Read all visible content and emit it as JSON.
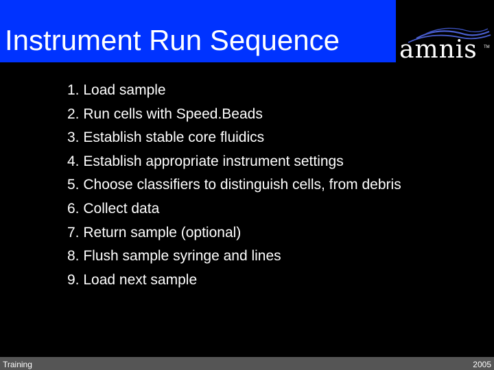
{
  "title": "Instrument Run Sequence",
  "logo": {
    "word": "amnis",
    "trademark": "TM"
  },
  "steps": [
    "1. Load sample",
    "2. Run cells with Speed.Beads",
    "3. Establish stable core fluidics",
    "4. Establish appropriate instrument settings",
    "5. Choose classifiers to distinguish cells, from debris",
    "6. Collect data",
    "7. Return sample (optional)",
    "8. Flush sample syringe and lines",
    "9. Load next sample"
  ],
  "footer": {
    "left": "Training",
    "right": "2005"
  },
  "colors": {
    "title_band": "#0033ff",
    "background": "#000000",
    "footer_bar": "#555555",
    "logo_waves": "#4a5fd0"
  }
}
